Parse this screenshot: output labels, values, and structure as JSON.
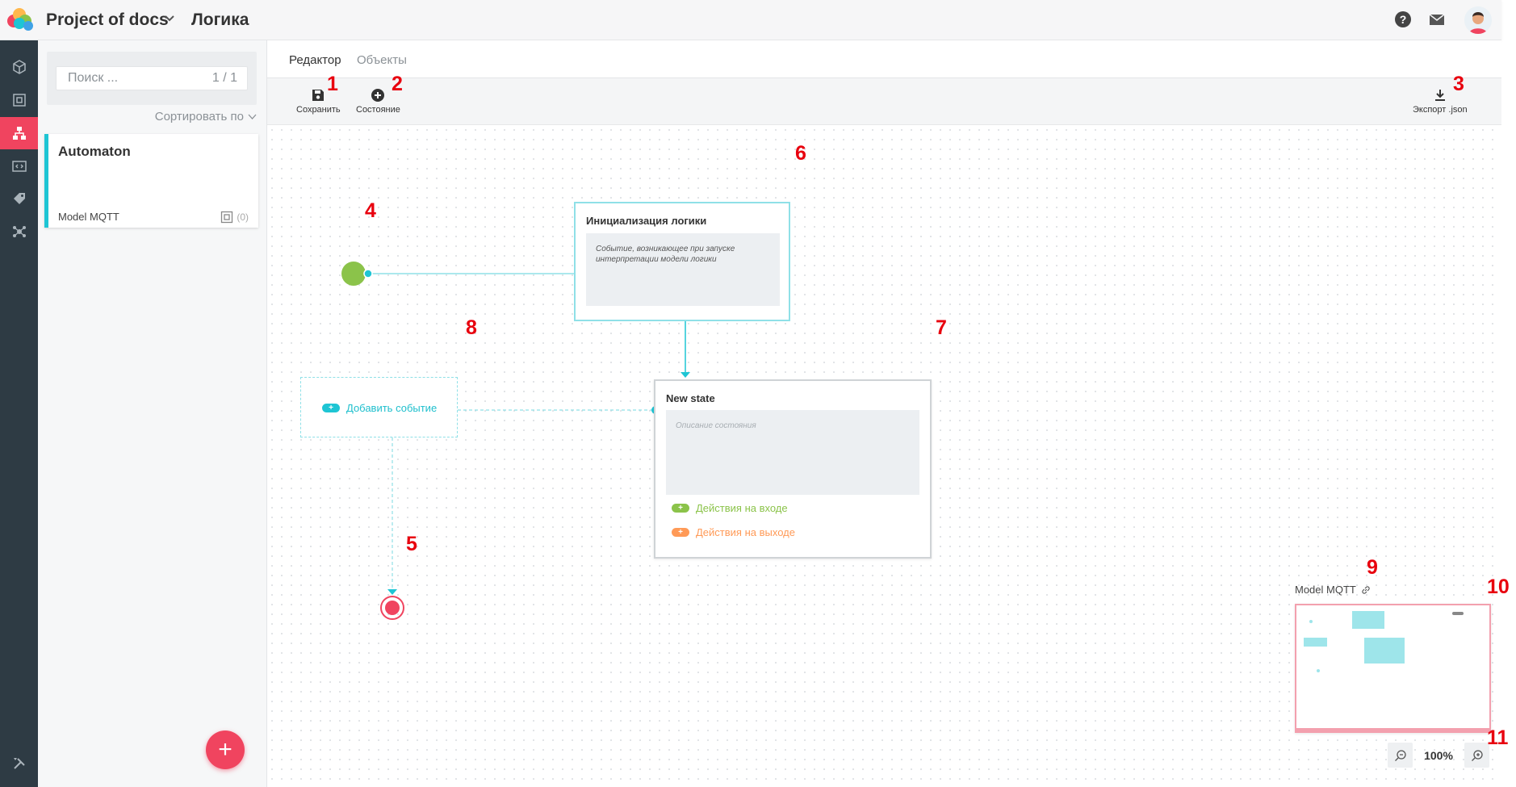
{
  "header": {
    "project_name": "Project of docs",
    "section_title": "Логика"
  },
  "sidebar": {
    "search_placeholder": "Поиск ...",
    "search_count": "1 / 1",
    "sort_label": "Сортировать по",
    "card": {
      "title": "Automaton",
      "model": "Model MQTT",
      "count": "(0)"
    }
  },
  "tabs": [
    {
      "label": "Редактор",
      "active": true
    },
    {
      "label": "Объекты",
      "active": false
    }
  ],
  "toolbar": {
    "save_label": "Сохранить",
    "state_label": "Состояние",
    "export_label": "Экспорт .json"
  },
  "canvas": {
    "init_node": {
      "title": "Инициализация логики",
      "description": "Событие, возникающее при запуске интерпретации модели логики"
    },
    "state_node": {
      "title": "New state",
      "description_placeholder": "Описание состояния",
      "entry_actions": "Действия на входе",
      "exit_actions": "Действия на выходе"
    },
    "add_event_label": "Добавить событие"
  },
  "minimap": {
    "label": "Model MQTT",
    "zoom": "100%"
  },
  "markers": [
    "1",
    "2",
    "3",
    "4",
    "5",
    "6",
    "7",
    "8",
    "9",
    "10",
    "11"
  ],
  "colors": {
    "accent": "#1ec5d4",
    "brand_red": "#f0445f",
    "rail": "#2e3b44",
    "start_green": "#8bc34a",
    "entry_green": "#8bc34a",
    "exit_orange": "#ff9a57",
    "marker_red": "#e8000e"
  }
}
